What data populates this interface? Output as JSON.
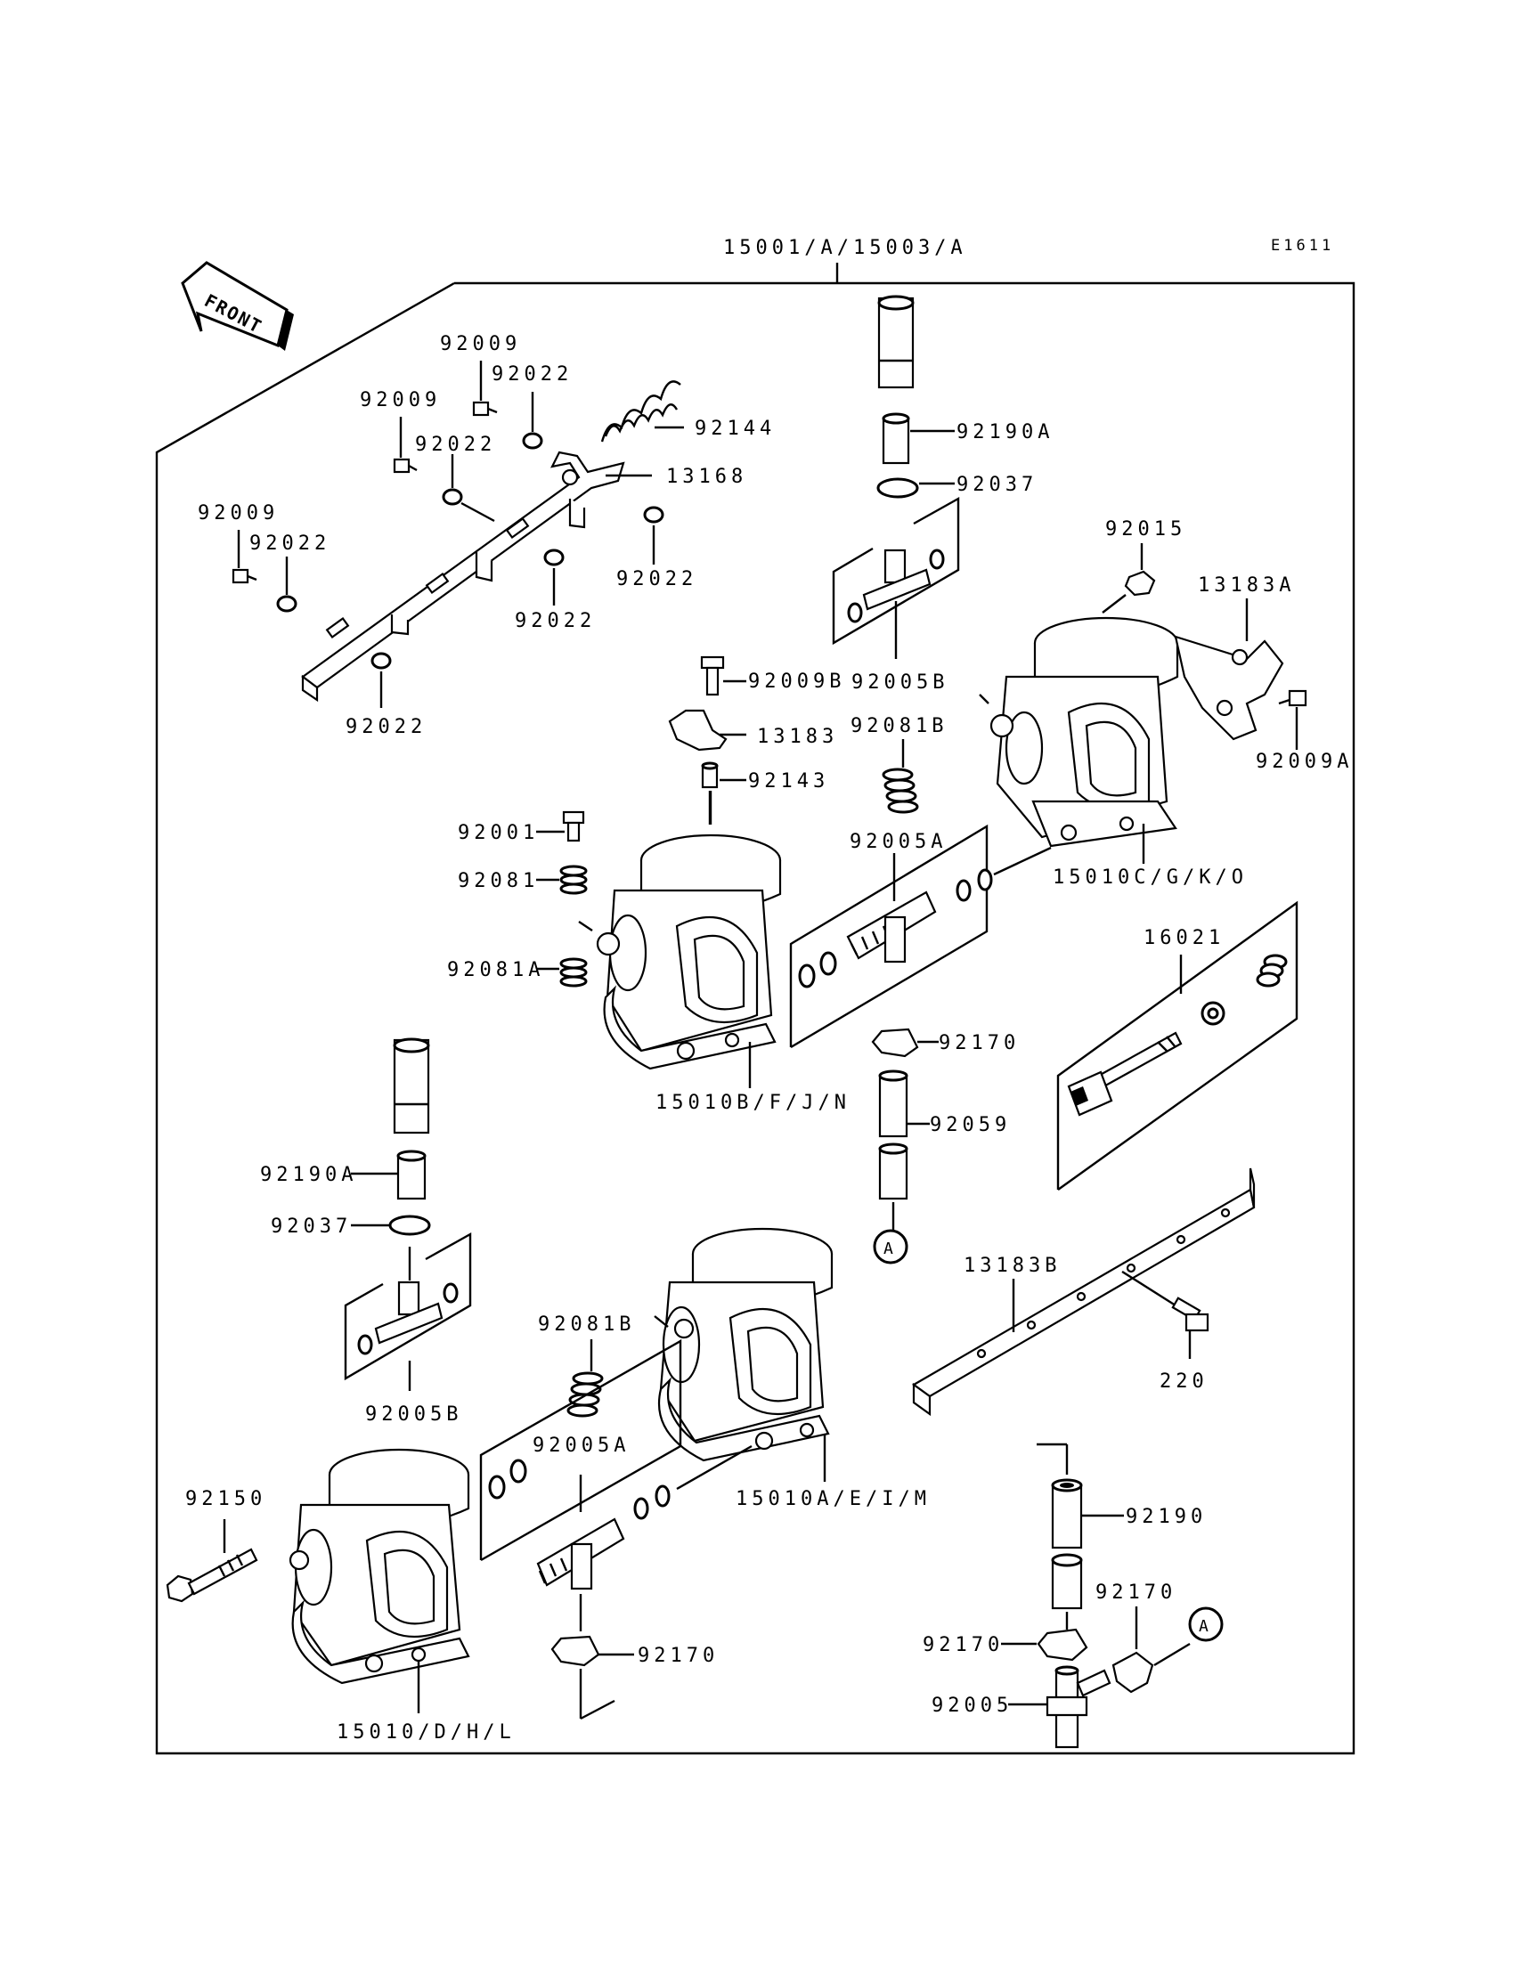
{
  "header": {
    "assembly_label": "15001/A/15003/A",
    "diagram_code": "E1611"
  },
  "front_arrow": {
    "label": "FRONT"
  },
  "callouts": {
    "c92009_top": "92009",
    "c92022_top": "92022",
    "c92009_mid": "92009",
    "c92022_mid": "92022",
    "c92144": "92144",
    "c13168": "13168",
    "c92009_left": "92009",
    "c92022_left": "92022",
    "c92022_right": "92022",
    "c92022_lower": "92022",
    "c92022_bottom": "92022",
    "c92190A_top": "92190A",
    "c92037_top": "92037",
    "c92005B_top": "92005B",
    "c92015": "92015",
    "c13183A": "13183A",
    "c92009A": "92009A",
    "c92009B": "92009B",
    "c13183": "13183",
    "c92081B_top": "92081B",
    "c92143": "92143",
    "c92001": "92001",
    "c92081": "92081",
    "c92081A": "92081A",
    "c92005A_top": "92005A",
    "c15010C": "15010C/G/K/O",
    "c16021": "16021",
    "c92170_mid": "92170",
    "c15010B": "15010B/F/J/N",
    "c92059": "92059",
    "c92190A_left": "92190A",
    "c92037_left": "92037",
    "c92005B_left": "92005B",
    "c13183B": "13183B",
    "c220": "220",
    "c92081B_bottom": "92081B",
    "c92005A_bottom": "92005A",
    "c15010A": "15010A/E/I/M",
    "c92150": "92150",
    "c92190": "92190",
    "c92170_right": "92170",
    "c92170_left": "92170",
    "c92170_bottom": "92170",
    "c92005": "92005",
    "c15010": "15010/D/H/L"
  },
  "markers": {
    "a1": "A",
    "a2": "A"
  }
}
